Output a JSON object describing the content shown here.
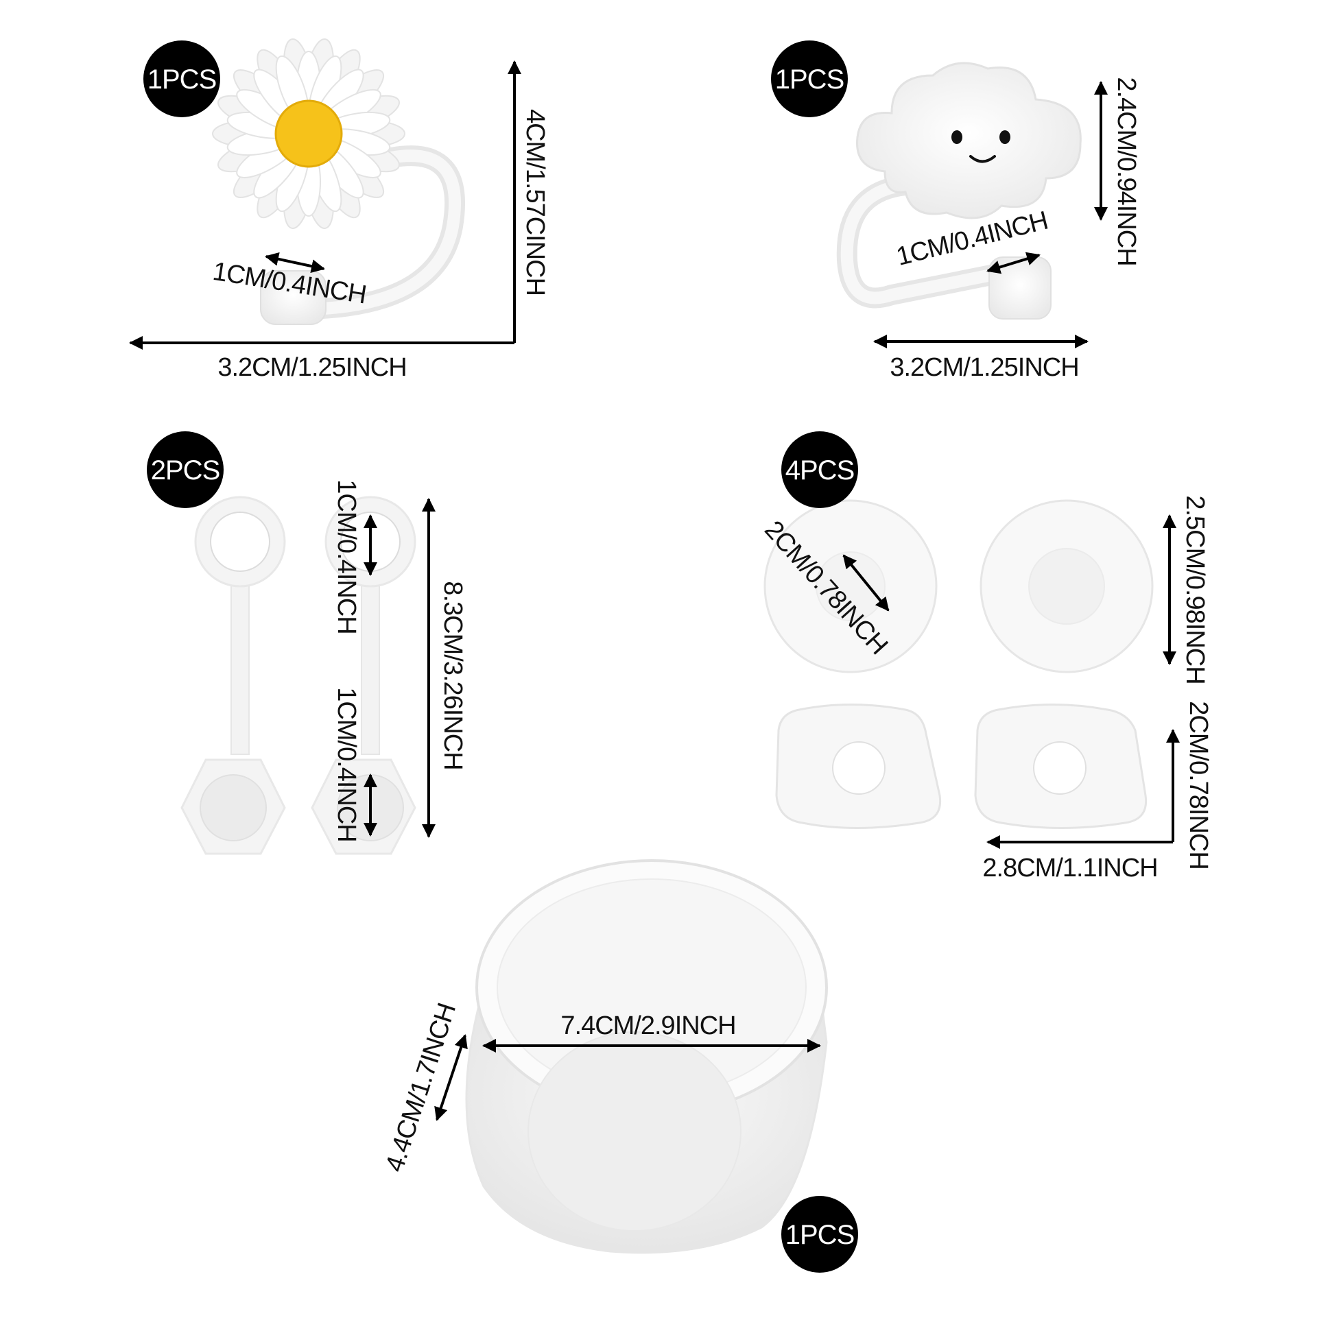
{
  "colors": {
    "background": "#ffffff",
    "badge": "#000000",
    "badge_text": "#ffffff",
    "daisy_center": "#f6c21a",
    "silicone": "#f2f2f2"
  },
  "icons": {
    "daisy": "daisy-straw-cover-icon",
    "cloud": "cloud-straw-cover-icon",
    "stopper": "straw-stopper-icon",
    "cap": "round-cap-icon",
    "square_cap": "square-cap-icon",
    "cup": "silicone-cup-boot-icon"
  },
  "items": {
    "daisy": {
      "qty": "1PCS",
      "height": "4CM/1.57CINCH",
      "width": "3.2CM/1.25INCH",
      "hole": "1CM/0.4INCH"
    },
    "cloud": {
      "qty": "1PCS",
      "height": "2.4CM/0.94INCH",
      "width": "3.2CM/1.25INCH",
      "hole": "1CM/0.4INCH"
    },
    "stopper": {
      "qty": "2PCS",
      "top_hole": "1CM/0.4INCH",
      "bottom_hole": "1CM/0.4INCH",
      "length": "8.3CM/3.26INCH"
    },
    "caps": {
      "qty": "4PCS",
      "round_inner": "2CM/0.78INCH",
      "round_outer": "2.5CM/0.98INCH",
      "square_height": "2CM/0.78INCH",
      "square_width": "2.8CM/1.1INCH"
    },
    "cup": {
      "qty": "1PCS",
      "diameter": "7.4CM/2.9INCH",
      "height": "4.4CM/1.7INCH"
    }
  }
}
